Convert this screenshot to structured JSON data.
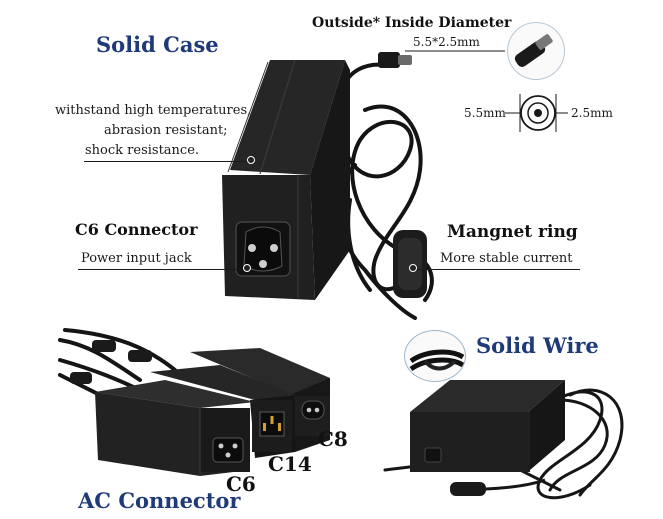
{
  "labels": {
    "solid_case": "Solid Case",
    "features": [
      "withstand high temperatures,",
      "abrasion resistant;",
      "shock resistance."
    ],
    "dc_title": "Outside* Inside Diameter",
    "dc_size": "5.5*2.5mm",
    "outer_dim": "5.5mm",
    "inner_dim": "2.5mm",
    "c6_connector": "C6 Connector",
    "power_jack": "Power input jack",
    "magnet_ring": "Mangnet ring",
    "stable_current": "More stable current",
    "solid_wire": "Solid Wire",
    "c8": "C8",
    "c14": "C14",
    "c6": "C6",
    "ac_connector": "AC Connector"
  },
  "colors": {
    "title_blue": "#1f3a78",
    "body_black": "#1a1a1a",
    "case_dark": "#1e1e1e",
    "circle_border": "#9fb6c9"
  }
}
